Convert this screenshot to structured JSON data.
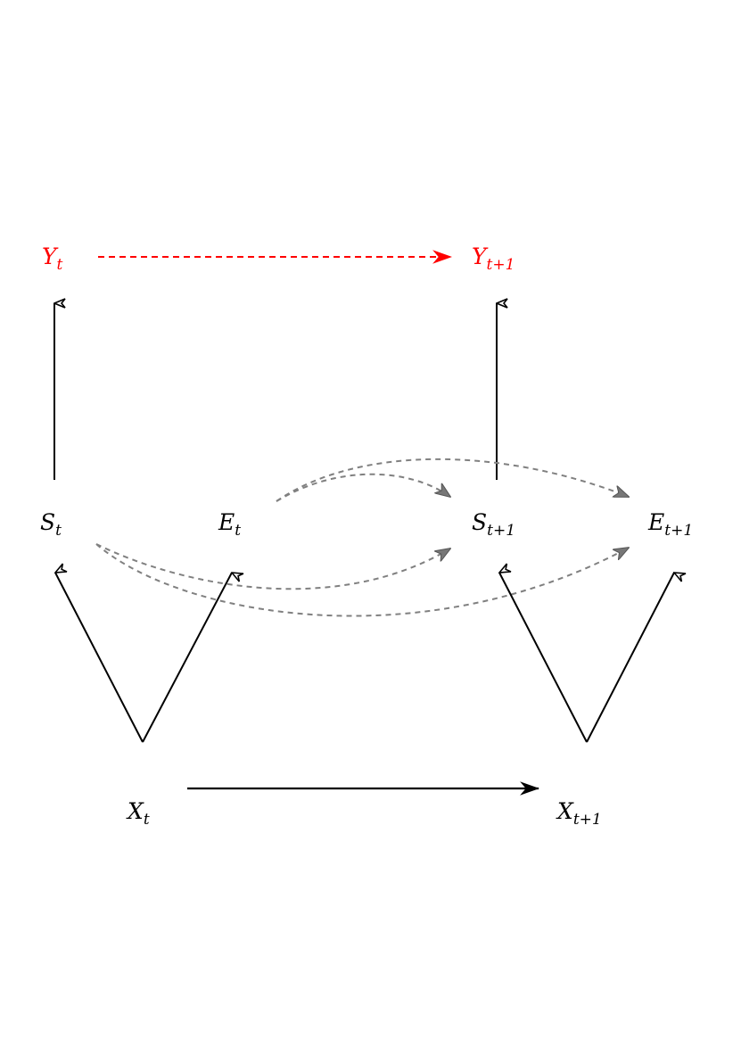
{
  "colors": {
    "solid_edge": "#000000",
    "dashed_edge": "#808080",
    "red_edge": "#ff0000",
    "background": "#ffffff"
  },
  "nodes": {
    "y_t": {
      "base": "Y",
      "sub": "t"
    },
    "y_t1": {
      "base": "Y",
      "sub": "t+1"
    },
    "s_t": {
      "base": "S",
      "sub": "t"
    },
    "e_t": {
      "base": "E",
      "sub": "t"
    },
    "s_t1": {
      "base": "S",
      "sub": "t+1"
    },
    "e_t1": {
      "base": "E",
      "sub": "t+1"
    },
    "x_t": {
      "base": "X",
      "sub": "t"
    },
    "x_t1": {
      "base": "X",
      "sub": "t+1"
    }
  }
}
